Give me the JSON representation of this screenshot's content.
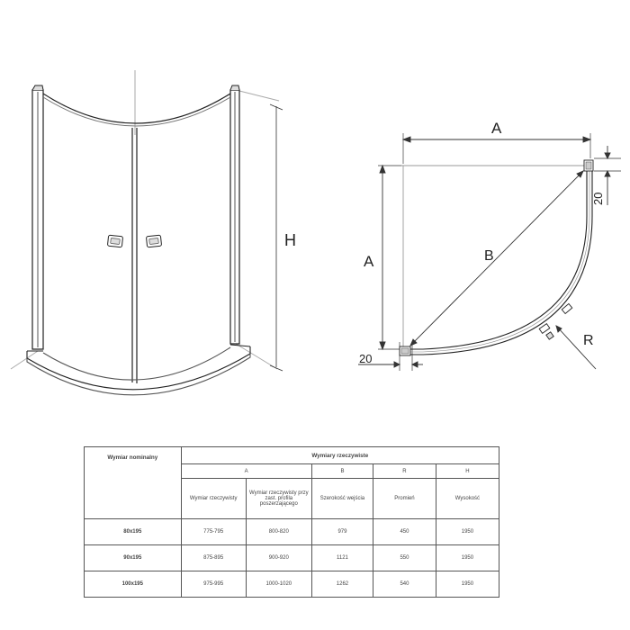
{
  "front_view": {
    "height_label": "H"
  },
  "plan_view": {
    "width_label_top": "A",
    "depth_label_left": "A",
    "diagonal_label": "B",
    "radius_label": "R",
    "offset_right_label": "20",
    "offset_bottom_label": "20"
  },
  "table": {
    "nominal_header": "Wymiar nominalny",
    "actual_header": "Wymiary rzeczywiste",
    "col_letters": [
      "A",
      "B",
      "R",
      "H"
    ],
    "descriptions": [
      "Wymiar rzeczywisty",
      "Wymiar rzeczywisty przy zast. profila poszerzającego",
      "Szerokość wejścia",
      "Promień",
      "Wysokość"
    ],
    "rows": [
      {
        "size": "80x195",
        "a1": "775-795",
        "a2": "800-820",
        "b": "979",
        "r": "450",
        "h": "1950"
      },
      {
        "size": "90x195",
        "a1": "875-895",
        "a2": "900-920",
        "b": "1121",
        "r": "550",
        "h": "1950"
      },
      {
        "size": "100x195",
        "a1": "975-995",
        "a2": "1000-1020",
        "b": "1262",
        "r": "540",
        "h": "1950"
      }
    ]
  }
}
